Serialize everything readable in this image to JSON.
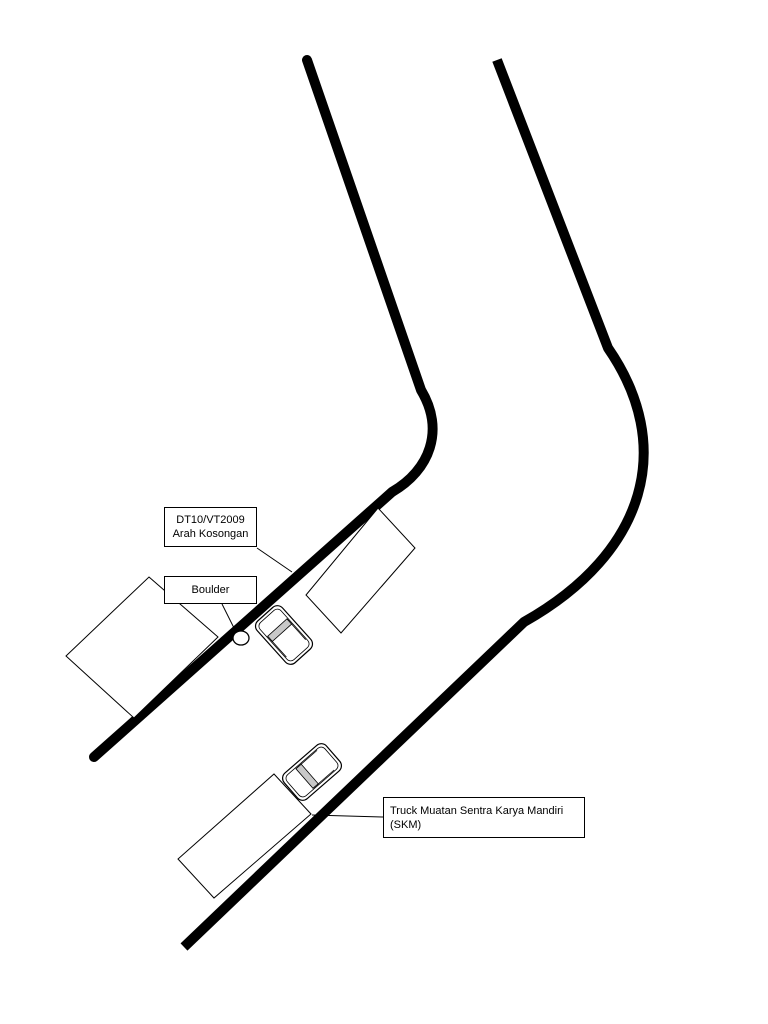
{
  "labels": {
    "dt10_line1": "DT10/VT2009",
    "dt10_line2": "Arah Kosongan",
    "boulder": "Boulder",
    "skm_line1": "Truck Muatan Sentra Karya Mandiri",
    "skm_line2": "(SKM)"
  },
  "colors": {
    "road_edge": "#000000",
    "outline": "#000000",
    "windshield": "#c8c8c8",
    "background": "#ffffff"
  }
}
